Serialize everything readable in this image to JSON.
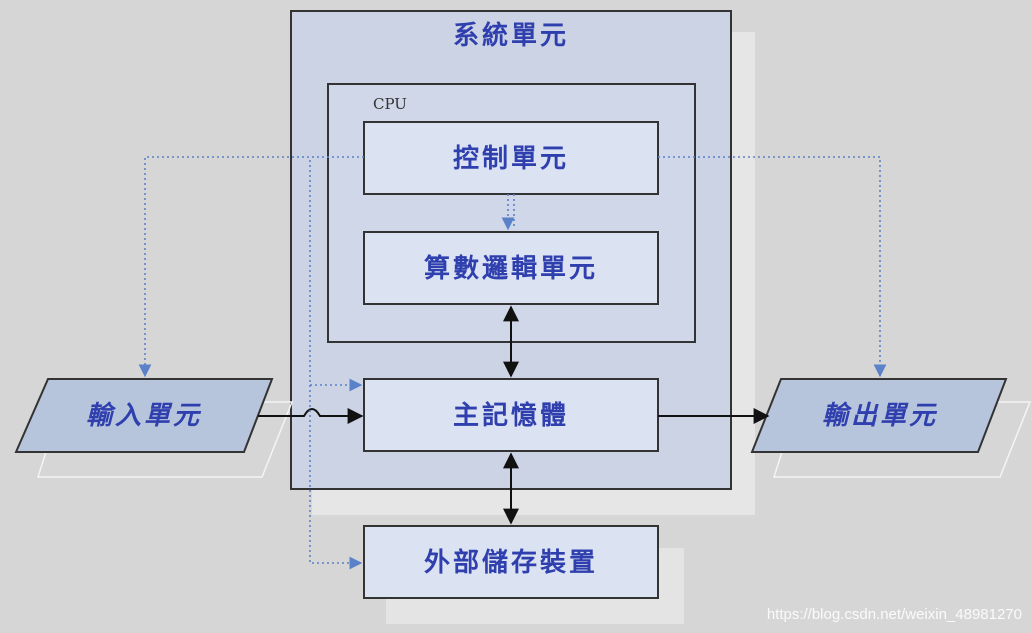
{
  "diagram": {
    "system_unit": "系統單元",
    "cpu": "CPU",
    "control_unit": "控制單元",
    "alu": "算數邏輯單元",
    "main_memory": "主記憶體",
    "external_storage": "外部儲存裝置",
    "input_unit": "輸入單元",
    "output_unit": "輸出單元"
  },
  "watermark": "https://blog.csdn.net/weixin_48981270",
  "colors": {
    "background": "#d6d6d6",
    "box_fill": "#dbe3f3",
    "system_fill": "#cbd3e4",
    "border": "#333333",
    "label": "#2f3fae",
    "dotted_arrow": "#5b82c8"
  }
}
